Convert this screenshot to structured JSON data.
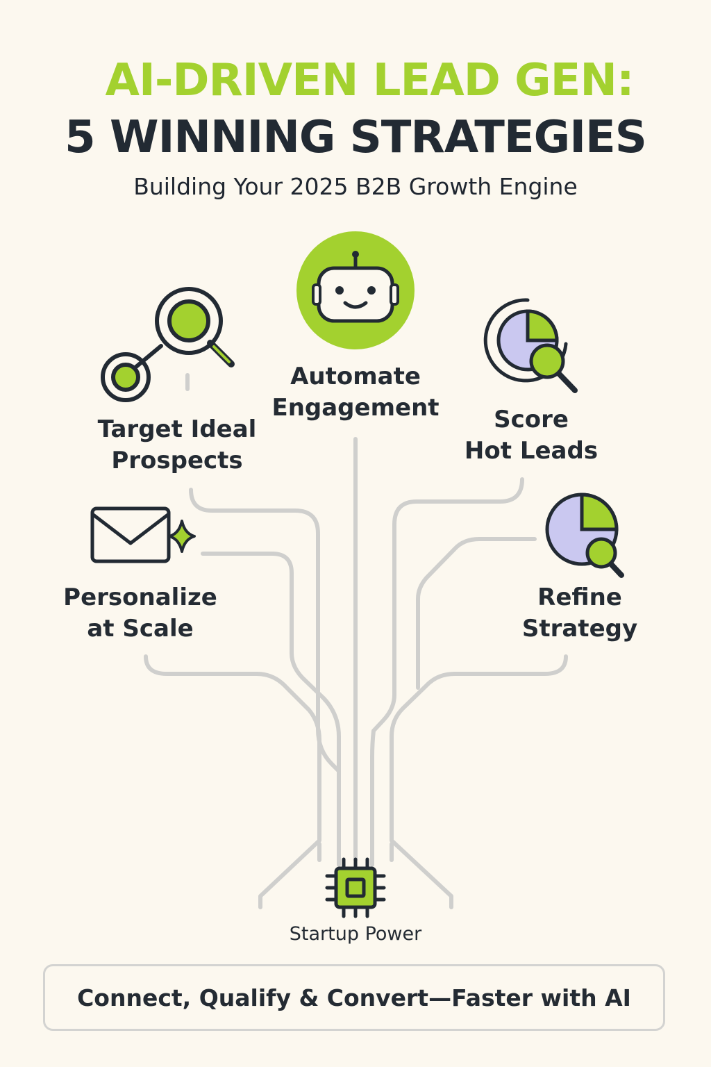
{
  "title": {
    "line1": "AI-DRIVEN LEAD GEN:",
    "line2": "5 WINNING STRATEGIES"
  },
  "subtitle": "Building Your 2025 B2B Growth Engine",
  "strategies": [
    {
      "label": "Target Ideal\nProspects",
      "icon": "target-search-icon"
    },
    {
      "label": "Automate\nEngagement",
      "icon": "robot-icon"
    },
    {
      "label": "Score\nHot Leads",
      "icon": "pie-chart-search-icon"
    },
    {
      "label": "Personalize\nat Scale",
      "icon": "envelope-sparkle-icon"
    },
    {
      "label": "Refine\nStrategy",
      "icon": "pie-chart-magnifier-icon"
    }
  ],
  "hub": {
    "label": "Startup Power",
    "icon": "chip-icon"
  },
  "footer": "Connect, Qualify & Convert—Faster with AI",
  "colors": {
    "background": "#fcf8ef",
    "accent": "#a3d12f",
    "dark": "#222a33",
    "lines": "#cccccc",
    "lavender": "#cac8f0"
  }
}
